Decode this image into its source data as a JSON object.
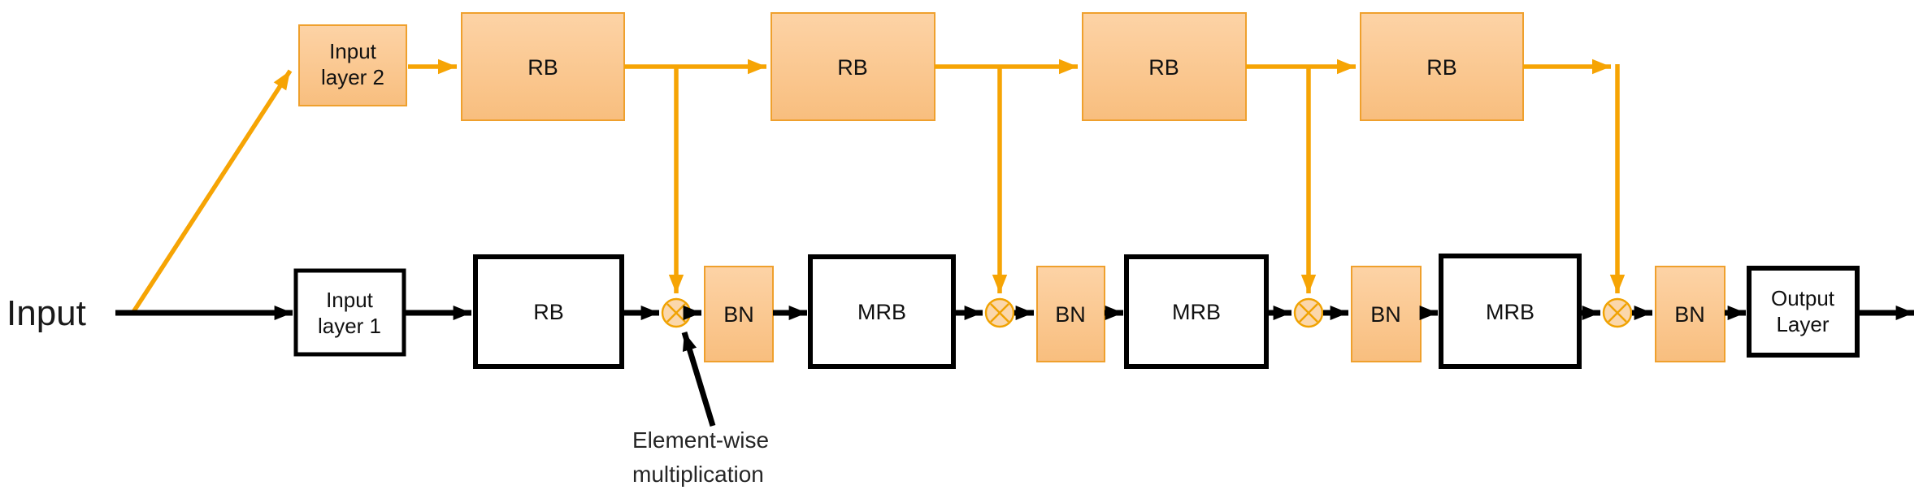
{
  "diagram": {
    "input_label": "Input",
    "top_row": {
      "input_layer_2": {
        "line1": "Input",
        "line2": "layer 2"
      },
      "rb_blocks": [
        {
          "label": "RB"
        },
        {
          "label": "RB"
        },
        {
          "label": "RB"
        },
        {
          "label": "RB"
        }
      ]
    },
    "bottom_row": {
      "input_layer_1": {
        "line1": "Input",
        "line2": "layer 1"
      },
      "rb_block": {
        "label": "RB"
      },
      "bn_blocks": [
        {
          "label": "BN"
        },
        {
          "label": "BN"
        },
        {
          "label": "BN"
        },
        {
          "label": "BN"
        }
      ],
      "mrb_blocks": [
        {
          "label": "MRB"
        },
        {
          "label": "MRB"
        },
        {
          "label": "MRB"
        }
      ],
      "multiply_nodes": [
        {
          "icon": "multiply-icon",
          "glyph": "⊗"
        },
        {
          "icon": "multiply-icon",
          "glyph": "⊗"
        },
        {
          "icon": "multiply-icon",
          "glyph": "⊗"
        },
        {
          "icon": "multiply-icon",
          "glyph": "⊗"
        }
      ],
      "output_layer": {
        "line1": "Output",
        "line2": "Layer"
      }
    },
    "annotation": {
      "line1": "Element-wise",
      "line2": "multiplication"
    },
    "colors": {
      "box_fill_top": "#FDD3A6",
      "box_fill_bottom": "#F8BE7E",
      "box_border_orange": "#EFA02D",
      "arrow_orange": "#F6A404",
      "arrow_black": "#000000",
      "multiply_node_fill": "#FBD7AB",
      "text": "#111111",
      "background": "#FFFFFF"
    }
  }
}
